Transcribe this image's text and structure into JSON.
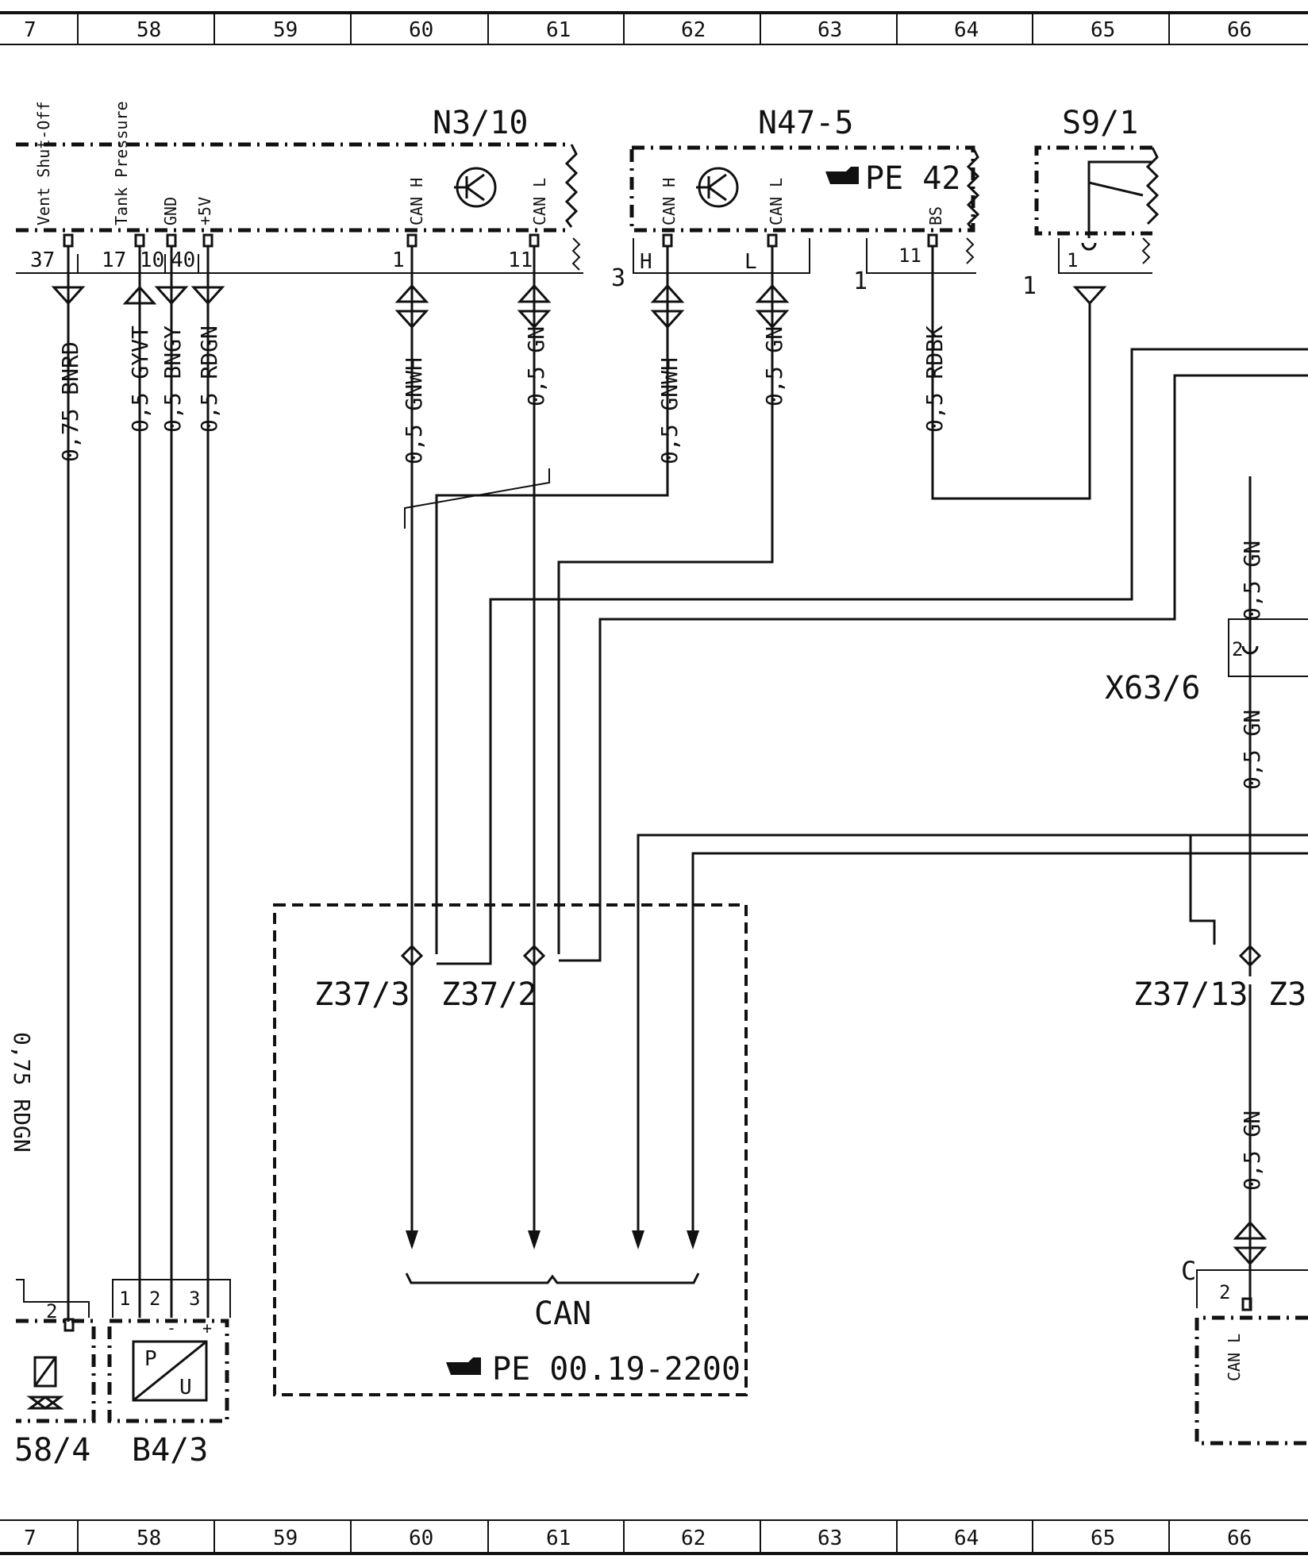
{
  "grid": {
    "top": [
      "7",
      "58",
      "59",
      "60",
      "61",
      "62",
      "63",
      "64",
      "65",
      "66"
    ],
    "bottom": [
      "7",
      "58",
      "59",
      "60",
      "61",
      "62",
      "63",
      "64",
      "65",
      "66"
    ]
  },
  "components": {
    "n3_10": "N3/10",
    "n47_5": "N47-5",
    "s9_1": "S9/1",
    "x63_6": "X63/6",
    "y58_4": "58/4",
    "b4_3": "B4/3",
    "z37_3": "Z37/3",
    "z37_2": "Z37/2",
    "z37_13": "Z37/13",
    "z3_partial": "Z3"
  },
  "n3_10_pins": {
    "vent_shut_off": "Vent Shut-Off",
    "tank_pressure": "Tank Pressure",
    "gnd": "GND",
    "plus5v": "+5V",
    "can_h": "CAN H",
    "can_l": "CAN L",
    "p37": "37",
    "p17": "17",
    "p10": "10",
    "p40": "40",
    "p1": "1",
    "p11": "11"
  },
  "n47_5_pins": {
    "can_h": "CAN H",
    "can_l": "CAN L",
    "bs": "BS",
    "ref": "PE 42",
    "h": "H",
    "l": "L",
    "p3": "3",
    "p1": "1",
    "p11": "11"
  },
  "s9_1_pins": {
    "p1": "1",
    "p1b": "1"
  },
  "wires": {
    "w1": "0,75 BNRD",
    "w2": "0,5 GYVT",
    "w3": "0,5 BNGY",
    "w4": "0,5 RDGN",
    "w5": "0,5 GNWH",
    "w6": "0,5 GN",
    "w7": "0,5 GNWH",
    "w8": "0,5 GN",
    "w9": "0,5 RDBK",
    "w10": "0,5 GN",
    "w11": "0,5 GN",
    "w12": "0,5 GN",
    "w13": "0,75 RDGN"
  },
  "x63_6_pin": "2",
  "can_bus": {
    "label": "CAN",
    "ref": "PE 00.19-2200"
  },
  "b4_3_pins": {
    "p1": "1",
    "p2": "2",
    "p3": "3",
    "minus": "-",
    "plus": "+",
    "p": "P",
    "u": "U"
  },
  "y58_4_pin": "2",
  "right_connector": {
    "c": "C",
    "pin": "2",
    "can_l": "CAN L"
  }
}
